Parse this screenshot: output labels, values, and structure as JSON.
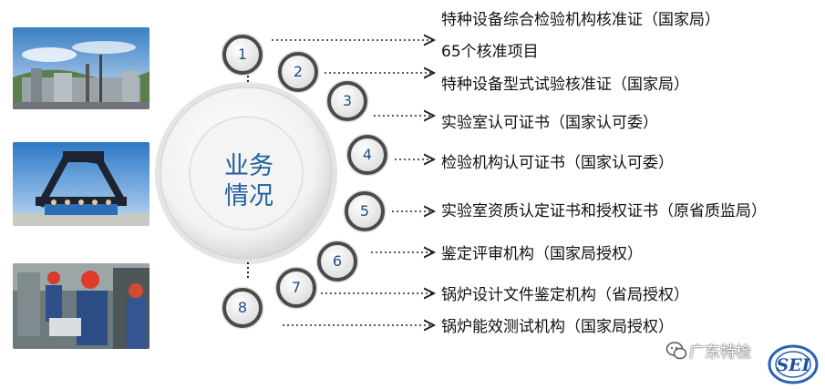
{
  "center": {
    "line1": "业务",
    "line2": "情况"
  },
  "items": [
    {
      "num": "1",
      "label": "特种设备综合检验机构核准证（国家局）"
    },
    {
      "num": "",
      "label": "65个核准项目"
    },
    {
      "num": "2",
      "label": "特种设备型式试验核准证（国家局）"
    },
    {
      "num": "3",
      "label": "实验室认可证书（国家认可委）"
    },
    {
      "num": "4",
      "label": "检验机构认可证书（国家认可委）"
    },
    {
      "num": "5",
      "label": "实验室资质认定证书和授权证书（原省质监局）"
    },
    {
      "num": "6",
      "label": "鉴定评审机构（国家局授权）"
    },
    {
      "num": "7",
      "label": "锅炉设计文件鉴定机构（省局授权）"
    },
    {
      "num": "8",
      "label": "锅炉能效测试机构（国家局授权）"
    }
  ],
  "watermark": {
    "text": "广东特检",
    "logo_text": "SEI"
  },
  "colors": {
    "accent": "#1f5f9e",
    "ring": "#4a4a4a",
    "number": "#1f4f86"
  }
}
